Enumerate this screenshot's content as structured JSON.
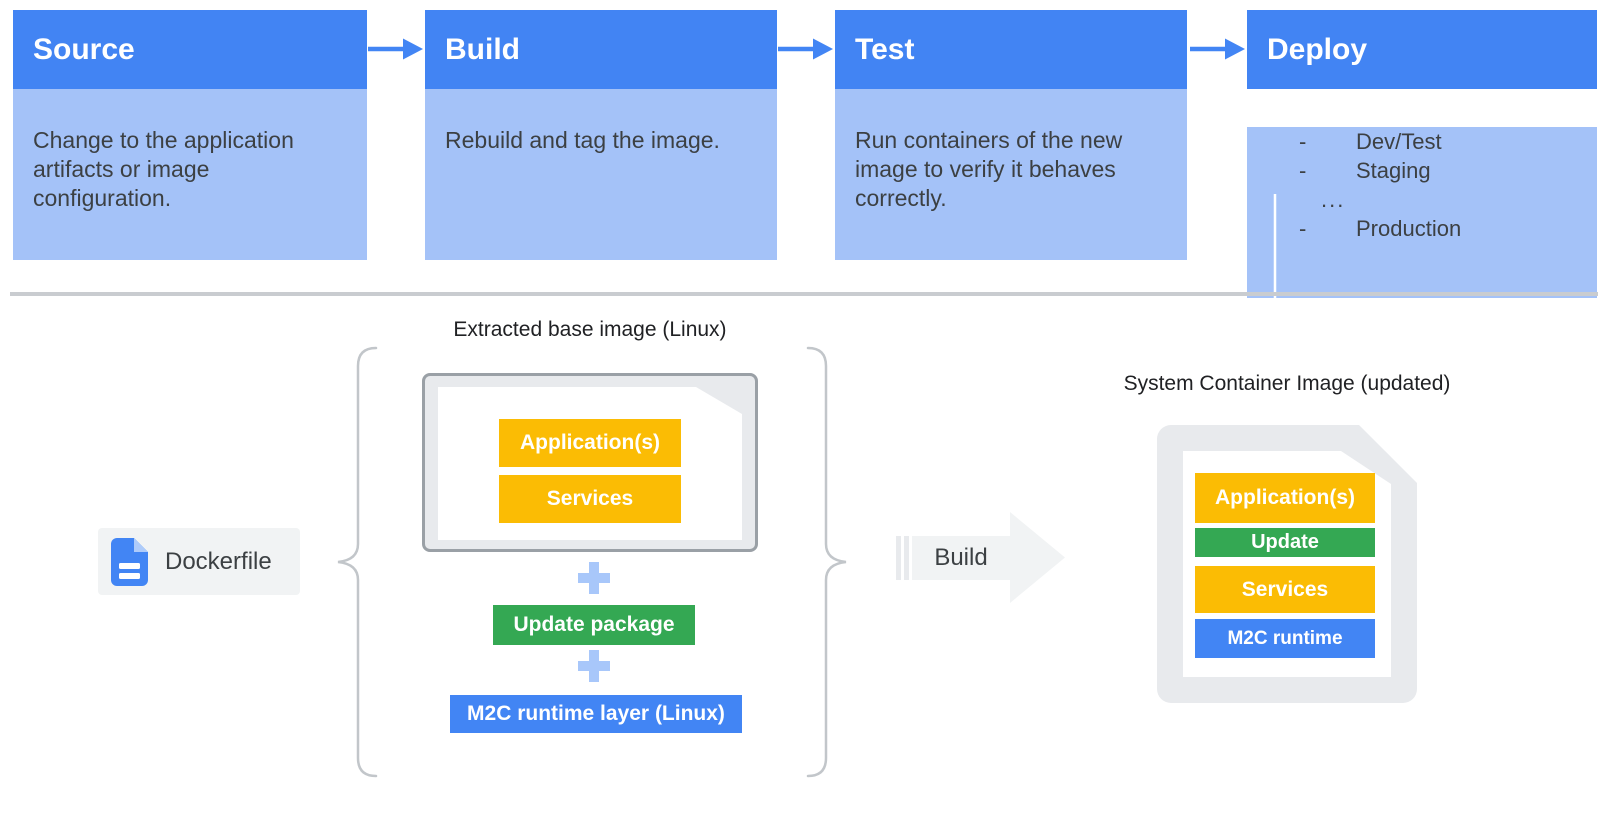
{
  "pipeline": {
    "stages": [
      {
        "title": "Source",
        "description": "Change to the application artifacts or image configuration."
      },
      {
        "title": "Build",
        "description": "Rebuild and tag the image."
      },
      {
        "title": "Test",
        "description": "Run containers of the new image to verify it behaves correctly."
      },
      {
        "title": "Deploy",
        "items": [
          {
            "bullet": "-",
            "label": "Dev/Test"
          },
          {
            "bullet": "-",
            "label": "Staging"
          },
          {
            "bullet": "",
            "label": "..."
          },
          {
            "bullet": "-",
            "label": "Production"
          }
        ]
      }
    ]
  },
  "base_image": {
    "title": "Extracted base image (Linux)",
    "layers": [
      "Application(s)",
      "Services"
    ],
    "update_package": "Update package",
    "runtime_layer": "M2C runtime layer (Linux)"
  },
  "dockerfile": {
    "label": "Dockerfile"
  },
  "build_step": {
    "label": "Build"
  },
  "container_image": {
    "title": "System Container Image (updated)",
    "layers": [
      {
        "label": "Application(s)",
        "color": "#FBBC04"
      },
      {
        "label": "Update",
        "color": "#34A853"
      },
      {
        "label": "Services",
        "color": "#FBBC04"
      },
      {
        "label": "M2C runtime",
        "color": "#4285F4"
      }
    ]
  },
  "icons": {
    "stage_arrow": "right-arrow-icon",
    "deploy_flow": "down-arrow-icon",
    "plus": "plus-icon",
    "dockerfile_doc": "document-icon",
    "base_image_frame": "image-file-icon",
    "build_arrow": "big-right-arrow-icon",
    "container_doc": "document-icon",
    "braces": "curly-brace-icon"
  },
  "palette": {
    "header_blue": "#4284F3",
    "body_light_blue": "#A4C2F8",
    "bar_yellow": "#FBBC04",
    "bar_green": "#34A853",
    "bar_blue": "#4285F4",
    "plus_blue": "#A8C7FA",
    "gray_fill": "#E8EAED",
    "text_dark": "#3C4043"
  }
}
